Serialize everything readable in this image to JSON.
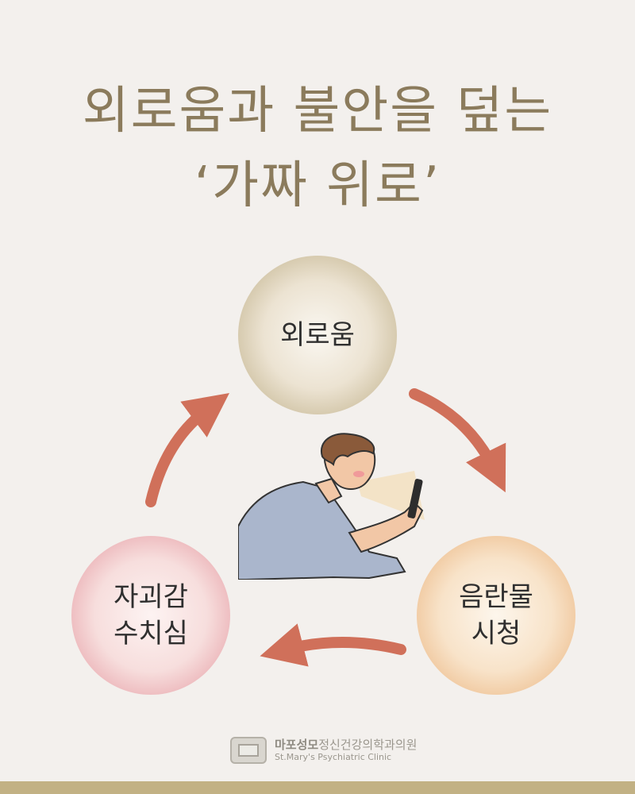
{
  "title": {
    "line1": "외로움과 불안을 덮는",
    "line2": "‘가짜 위로’"
  },
  "cycle": {
    "top": "외로움",
    "right_line1": "음란물",
    "right_line2": "시청",
    "left_line1": "자괴감",
    "left_line2": "수치심"
  },
  "logo": {
    "name_bold": "마포성모",
    "name_rest": "정신건강의학과의원",
    "sub": "St.Mary's Psychiatric Clinic"
  },
  "colors": {
    "title": "#8b7b5c",
    "arrow": "#d0705a",
    "background": "#f3f0ed",
    "bottom_bar": "#c2b184"
  },
  "icons": [
    "cycle-arrow",
    "person-with-phone-illustration",
    "clinic-logo-mark"
  ]
}
